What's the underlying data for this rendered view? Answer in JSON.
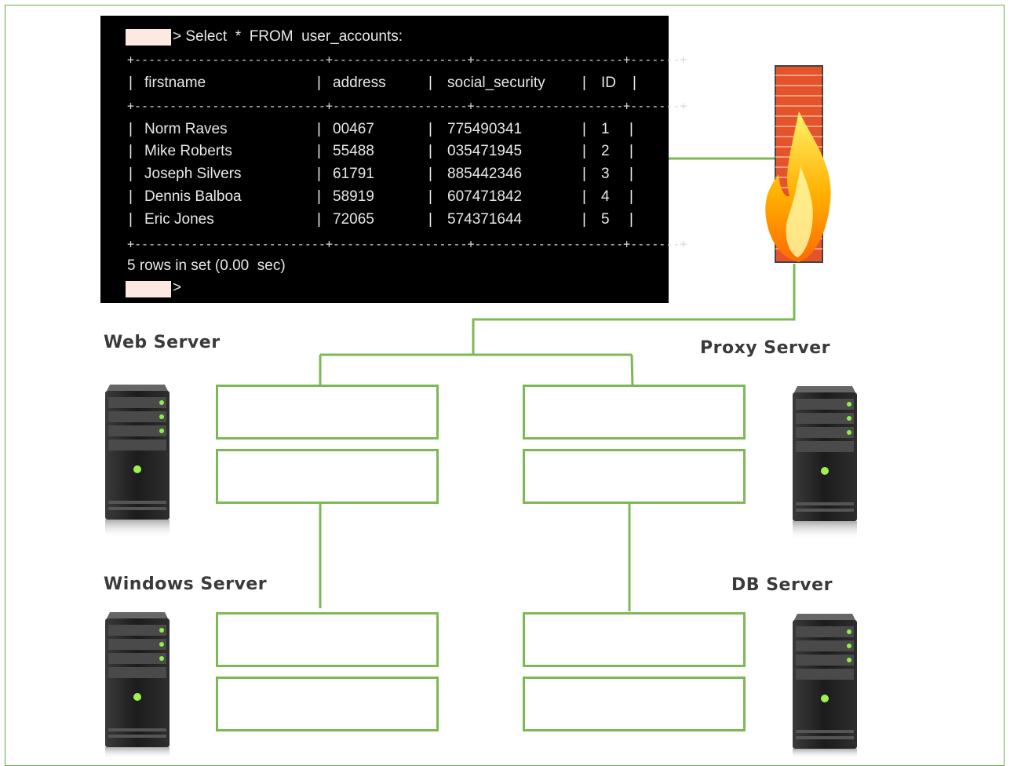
{
  "terminal": {
    "command": "> Select  *  FROM  user_accounts:",
    "columns": [
      "firstname",
      "address",
      "social_security",
      "ID"
    ],
    "rows": [
      [
        "Norm Raves",
        "00467",
        "775490341",
        "1"
      ],
      [
        "Mike Roberts",
        "55488",
        "035471945",
        "2"
      ],
      [
        "Joseph Silvers",
        "61791",
        "885442346",
        "3"
      ],
      [
        "Dennis Balboa",
        "58919",
        "607471842",
        "4"
      ],
      [
        "Eric Jones",
        "72065",
        "574371644",
        "5"
      ]
    ],
    "footer": "5 rows in set (0.00  sec)",
    "end_prompt": ">"
  },
  "labels": {
    "web_server": "Web Server",
    "proxy_server": "Proxy Server",
    "windows_server": "Windows Server",
    "db_server": "DB Server"
  },
  "colors": {
    "wire": "#7cb954",
    "terminal_bg": "#000000",
    "prompt_highlight": "#fde9e2"
  }
}
